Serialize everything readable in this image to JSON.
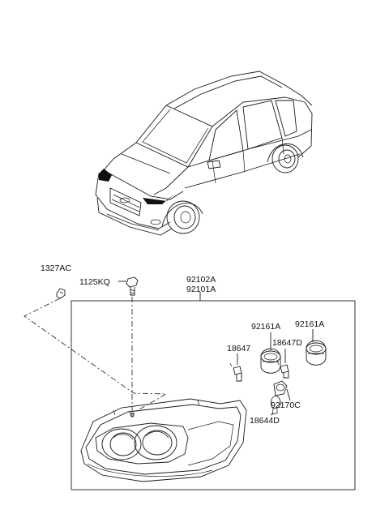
{
  "parts": {
    "p1327AC": "1327AC",
    "p1125KQ": "1125KQ",
    "p92102A": "92102A",
    "p92101A": "92101A",
    "p92161A_left": "92161A",
    "p92161A_right": "92161A",
    "p18647": "18647",
    "p18647D": "18647D",
    "p92170C": "92170C",
    "p18644D": "18644D"
  }
}
